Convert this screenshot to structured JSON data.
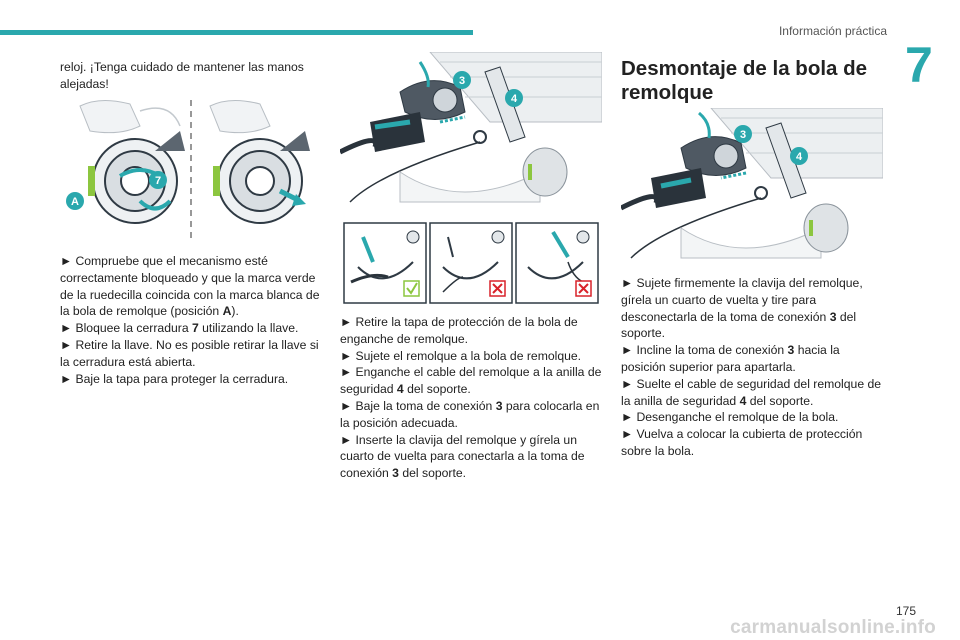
{
  "header": {
    "section_title": "Información práctica",
    "chapter_number": "7"
  },
  "left_column": {
    "intro": "reloj. ¡Tenga cuidado de mantener las manos alejadas!",
    "figure": {
      "label_a": "A",
      "label_7": "7"
    },
    "bullets": [
      {
        "pre": "► Compruebe que el mecanismo esté correctamente bloqueado y que la marca verde de la ruedecilla coincida con la marca blanca de la bola de remolque (posición ",
        "bold": "A",
        "post": ")."
      },
      {
        "pre": "► Bloquee la cerradura ",
        "bold": "7",
        "post": " utilizando la llave."
      },
      {
        "pre": "► Retire la llave. No es posible retirar la llave si la cerradura está abierta.",
        "bold": "",
        "post": ""
      },
      {
        "pre": "► Baje la tapa para proteger la cerradura.",
        "bold": "",
        "post": ""
      }
    ]
  },
  "middle_column": {
    "figure": {
      "label_3": "3",
      "label_4": "4"
    },
    "bullets": [
      {
        "pre": "► Retire la tapa de protección de la bola de enganche de remolque.",
        "bold": "",
        "post": ""
      },
      {
        "pre": "► Sujete el remolque a la bola de remolque.",
        "bold": "",
        "post": ""
      },
      {
        "pre": "► Enganche el cable del remolque a la anilla de seguridad ",
        "bold": "4",
        "post": " del soporte."
      },
      {
        "pre": "► Baje la toma de conexión ",
        "bold": "3",
        "post": " para colocarla en la posición adecuada."
      },
      {
        "pre": "► Inserte la clavija del remolque y gírela un cuarto de vuelta para conectarla a la toma de conexión ",
        "bold": "3",
        "post": " del soporte."
      }
    ]
  },
  "right_column": {
    "heading": "Desmontaje de la bola de remolque",
    "figure": {
      "label_3": "3",
      "label_4": "4"
    },
    "bullets": [
      {
        "pre": "► Sujete firmemente la clavija del remolque, gírela un cuarto de vuelta y tire para desconectarla de la toma de conexión ",
        "bold": "3",
        "post": " del soporte."
      },
      {
        "pre": "► Incline la toma de conexión ",
        "bold": "3",
        "post": " hacia la posición superior para apartarla."
      },
      {
        "pre": "► Suelte el cable de seguridad del remolque de la anilla de seguridad ",
        "bold": "4",
        "post": " del soporte."
      },
      {
        "pre": "► Desenganche el remolque de la bola.",
        "bold": "",
        "post": ""
      },
      {
        "pre": "► Vuelva a colocar la cubierta de protección sobre la bola.",
        "bold": "",
        "post": ""
      }
    ]
  },
  "footer": {
    "page_number": "175",
    "watermark": "carmanualsonline.info"
  },
  "colors": {
    "accent": "#2aa8ad",
    "green_mark": "#8cc63f",
    "red_cross": "#d9222a"
  }
}
